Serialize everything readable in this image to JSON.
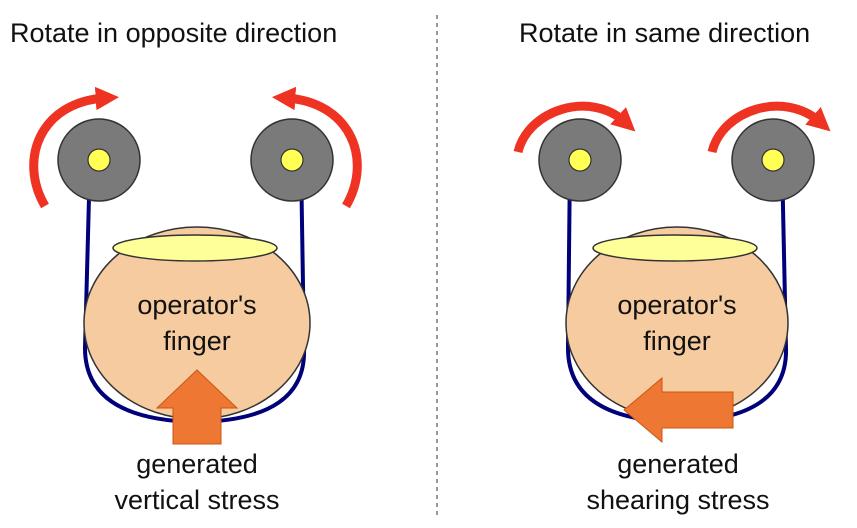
{
  "colors": {
    "arrow_red": "#ee3322",
    "roller_gray": "#7a7a7a",
    "roller_center": "#ffff55",
    "belt": "#00007a",
    "finger_fill": "#f6cba0",
    "finger_top": "#ffff99",
    "stress_arrow": "#ee7733",
    "divider": "#999999"
  },
  "left_panel": {
    "title": "Rotate in opposite direction",
    "finger_line1": "operator's",
    "finger_line2": "finger",
    "stress_line1": "generated",
    "stress_line2": "vertical stress"
  },
  "right_panel": {
    "title": "Rotate in same direction",
    "finger_line1": "operator's",
    "finger_line2": "finger",
    "stress_line1": "generated",
    "stress_line2": "shearing stress"
  }
}
